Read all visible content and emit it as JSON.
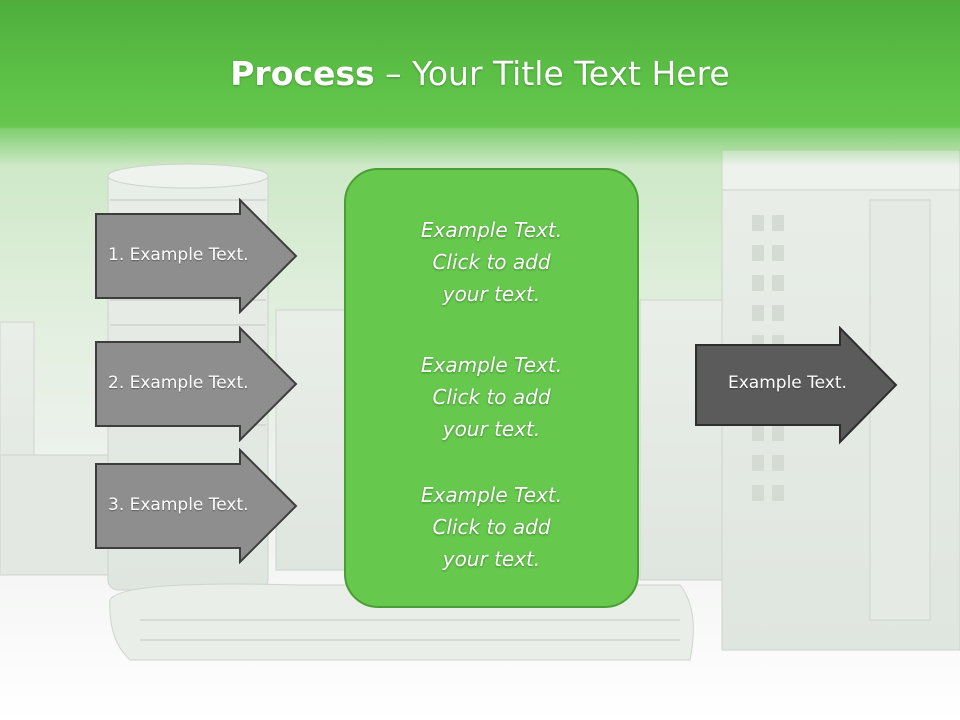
{
  "title": {
    "bold": "Process",
    "rest": " – Your Title Text Here"
  },
  "arrows_left": [
    {
      "label": "1. Example Text."
    },
    {
      "label": "2. Example Text."
    },
    {
      "label": "3. Example Text."
    }
  ],
  "arrow_right": {
    "label": "Example Text."
  },
  "center_blocks": [
    {
      "lines": [
        "Example Text.",
        "Click  to add",
        "your text."
      ]
    },
    {
      "lines": [
        "Example Text.",
        "Click  to add",
        "your text."
      ]
    },
    {
      "lines": [
        "Example Text.",
        "Click  to add",
        "your text."
      ]
    }
  ],
  "colors": {
    "header_green": "#5cc046",
    "box_green": "#66c94d",
    "arrow_gray": "#8e8e8e",
    "arrow_dark": "#5b5b5b"
  }
}
